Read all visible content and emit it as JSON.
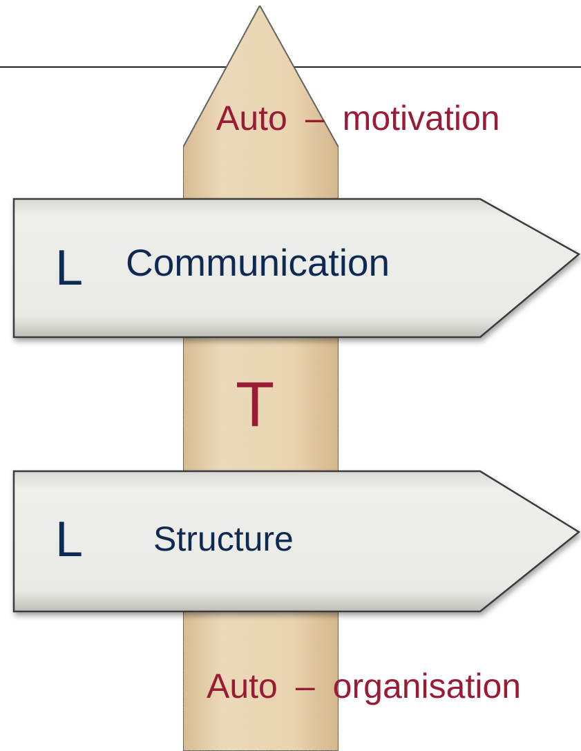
{
  "post": {
    "top_text": "Auto – motivation",
    "top_left": "Auto",
    "top_dash": "–",
    "top_right": "motivation",
    "bottom_left": "Auto",
    "bottom_dash": "–",
    "bottom_right": "organisation",
    "center_letter": "T"
  },
  "signs": [
    {
      "letter": "L",
      "text": "Communication"
    },
    {
      "letter": "L",
      "text": "Structure"
    }
  ],
  "colors": {
    "post_fill": "#ecd2a4",
    "sign_fill": "#e6e6e2",
    "red_text": "#9a1b35",
    "navy_text": "#0f2a52",
    "line": "#222222"
  }
}
